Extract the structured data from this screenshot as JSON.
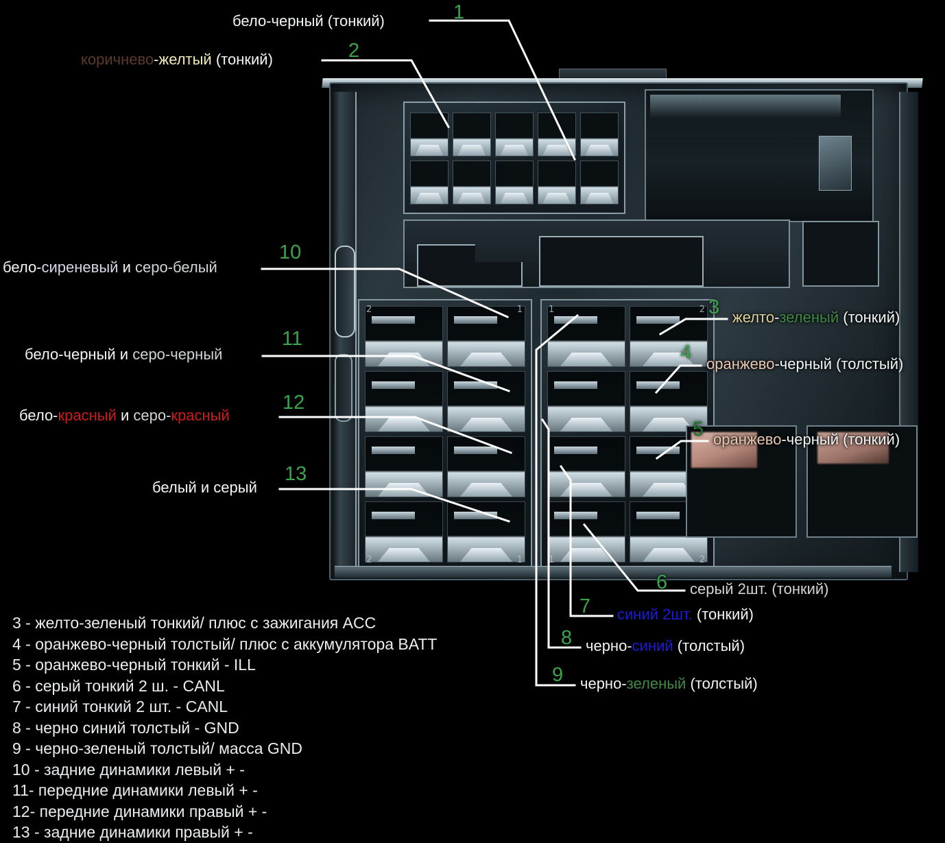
{
  "background": "#000000",
  "accent_number_color": "#1f7a30",
  "photo": {
    "alt": "ISO car radio connector, contact side, close-up photo"
  },
  "callouts": [
    {
      "n": "1",
      "parts": [
        {
          "t": "бело-черный (тонкий)",
          "c": "#f2f5f6"
        }
      ]
    },
    {
      "n": "2",
      "parts": [
        {
          "t": "коричнево",
          "c": "#5a3a28"
        },
        {
          "t": "-",
          "c": "#f2f5f6"
        },
        {
          "t": "желтый",
          "c": "#f4edb4"
        },
        {
          "t": " (тонкий)",
          "c": "#f2f5f6"
        }
      ]
    },
    {
      "n": "3",
      "parts": [
        {
          "t": "желто",
          "c": "#ded39a"
        },
        {
          "t": "-",
          "c": "#f2f5f6"
        },
        {
          "t": "зеленый",
          "c": "#3f8a45"
        },
        {
          "t": " (тонкий)",
          "c": "#f2f5f6"
        }
      ]
    },
    {
      "n": "4",
      "parts": [
        {
          "t": "оранжево",
          "c": "#e9c9b3"
        },
        {
          "t": "-черный (толстый)",
          "c": "#f2f5f6"
        }
      ]
    },
    {
      "n": "5",
      "parts": [
        {
          "t": "оранжево",
          "c": "#e9c9b3"
        },
        {
          "t": "-черный (тонкий)",
          "c": "#f2f5f6"
        }
      ]
    },
    {
      "n": "6",
      "parts": [
        {
          "t": "серый 2шт. (тонкий)",
          "c": "#cfd4d6"
        }
      ]
    },
    {
      "n": "7",
      "parts": [
        {
          "t": "синий 2шт.",
          "c": "#1b1bd8"
        },
        {
          "t": " (тонкий)",
          "c": "#f2f5f6"
        }
      ]
    },
    {
      "n": "8",
      "parts": [
        {
          "t": "черно-",
          "c": "#f2f5f6"
        },
        {
          "t": "синий",
          "c": "#1b1bd8"
        },
        {
          "t": " (толстый)",
          "c": "#f2f5f6"
        }
      ]
    },
    {
      "n": "9",
      "parts": [
        {
          "t": "черно-",
          "c": "#f2f5f6"
        },
        {
          "t": "зеленый",
          "c": "#3f8a45"
        },
        {
          "t": " (толстый)",
          "c": "#f2f5f6"
        }
      ]
    },
    {
      "n": "10",
      "parts": [
        {
          "t": "бело-",
          "c": "#f2f5f6"
        },
        {
          "t": "сиреневый",
          "c": "#d8d5ea"
        },
        {
          "t": " и ",
          "c": "#f2f5f6"
        },
        {
          "t": "серо-белый",
          "c": "#cfd4d6"
        }
      ]
    },
    {
      "n": "11",
      "parts": [
        {
          "t": "бело-черный и ",
          "c": "#f2f5f6"
        },
        {
          "t": "серо-черный",
          "c": "#cfd4d6"
        }
      ]
    },
    {
      "n": "12",
      "parts": [
        {
          "t": "бело-",
          "c": "#f2f5f6"
        },
        {
          "t": "красный",
          "c": "#cc1c1c"
        },
        {
          "t": " и ",
          "c": "#f2f5f6"
        },
        {
          "t": "серо-",
          "c": "#cfd4d6"
        },
        {
          "t": "красный",
          "c": "#cc1c1c"
        }
      ]
    },
    {
      "n": "13",
      "parts": [
        {
          "t": "белый и серый",
          "c": "#f2f5f6"
        }
      ]
    }
  ],
  "labels": {
    "c1": "бело-черный (тонкий)",
    "c2_a": "коричнево",
    "c2_b": "-",
    "c2_c": "желтый",
    "c2_d": " (тонкий)",
    "c3_a": "желто",
    "c3_b": "-",
    "c3_c": "зеленый",
    "c3_d": " (тонкий)",
    "c4_a": "оранжево",
    "c4_b": "-черный (толстый)",
    "c5_a": "оранжево",
    "c5_b": "-черный (тонкий)",
    "c6": "серый 2шт. (тонкий)",
    "c7_a": "синий 2шт.",
    "c7_b": " (тонкий)",
    "c8_a": "черно-",
    "c8_b": "синий",
    "c8_c": " (толстый)",
    "c9_a": "черно-",
    "c9_b": "зеленый",
    "c9_c": " (толстый)",
    "c10_a": "бело-",
    "c10_b": "сиреневый",
    "c10_c": " и ",
    "c10_d": "серо-белый",
    "c11_a": "бело-черный и ",
    "c11_b": "серо-черный",
    "c12_a": "бело-",
    "c12_b": "красный",
    "c12_c": " и ",
    "c12_d": "серо-",
    "c12_e": "красный",
    "c13": "белый и серый"
  },
  "numbers": {
    "n1": "1",
    "n2": "2",
    "n3": "3",
    "n4": "4",
    "n5": "5",
    "n6": "6",
    "n7": "7",
    "n8": "8",
    "n9": "9",
    "n10": "10",
    "n11": "11",
    "n12": "12",
    "n13": "13"
  },
  "legend": {
    "items": [
      "3 - желто-зеленый тонкий/ плюс с зажигания ACC",
      "4 - оранжево-черный толстый/ плюс с аккумулятора BATT",
      "5 - оранжево-черный тонкий - ILL",
      "6 - серый тонкий 2 ш. - CANL",
      "7 - синий тонкий 2 шт. - CANL",
      "8 - черно синий толстый - GND",
      "9 - черно-зеленый толстый/ масса GND",
      "10 - задние динамики левый + -",
      "11- передние динамики левый + -",
      "12- передние динамики правый + -",
      "13 - задние динамики правый  + -"
    ]
  },
  "connector_pin_marks": [
    "2",
    "1",
    "2",
    "1",
    "1",
    "2",
    "1",
    "2"
  ]
}
